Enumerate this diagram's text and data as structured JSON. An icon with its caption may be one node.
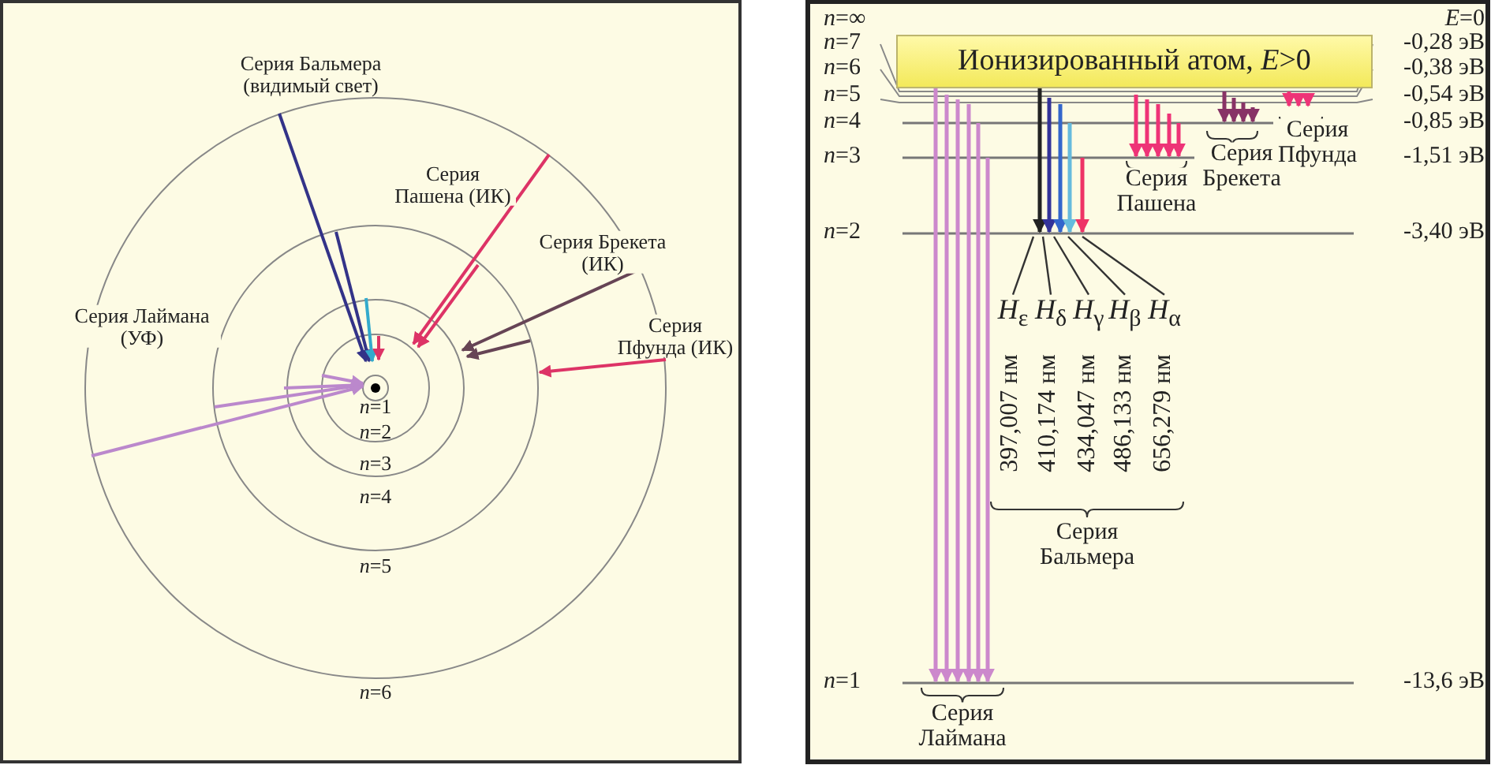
{
  "diagram": {
    "nodes": [
      {
        "text": [
          "Ионизированный атом, *E*>0"
        ]
      },
      {
        "text": [
          "*H*$_{ε}$"
        ]
      },
      {
        "text": [
          "*H*$_{δ}$"
        ]
      },
      {
        "text": [
          "*H*$_{γ}$"
        ]
      },
      {
        "text": [
          "*H*$_{β}$"
        ]
      },
      {
        "text": [
          "*H*$_{α}$"
        ]
      }
    ],
    "edges": [
      {
        "from": 1,
        "to": null,
        "arrow": "none"
      },
      {
        "from": 2,
        "to": null,
        "arrow": "none"
      },
      {
        "from": 3,
        "to": null,
        "arrow": "none"
      },
      {
        "from": 4,
        "to": null,
        "arrow": "none"
      },
      {
        "from": 5,
        "to": null,
        "arrow": "none"
      }
    ],
    "labels": [
      "Серия Бальмера (видимый свет)",
      "Серия Пашена (ИК)",
      "Серия Брекета (ИК)",
      "Серия Лаймана (УФ)",
      "Серия Пфунда (ИК)",
      "*n*=1",
      "*n*=2",
      "*n*=3",
      "*n*=4",
      "*n*=5",
      "*n*=6",
      "*n*=∞",
      "*E*=0",
      "*n*=7",
      "-0,28 эВ",
      "*n*=6",
      "-0,38 эВ",
      "*n*=5",
      "-0,54 эВ",
      "*n*=4",
      "-0,85 эВ",
      "*n*=3",
      "-1,51 эВ",
      "Серия Пашена",
      "Серия Брекета",
      "Серия Пфунда",
      "*n*=2",
      "-3,40 эВ",
      "397,007 нм",
      "410,174 нм",
      "434,047 нм",
      "486,133 нм",
      "656,279 нм",
      "Серия Бальмера",
      "*n*=1",
      "-13,6 эВ",
      "Серия Лаймана"
    ]
  }
}
